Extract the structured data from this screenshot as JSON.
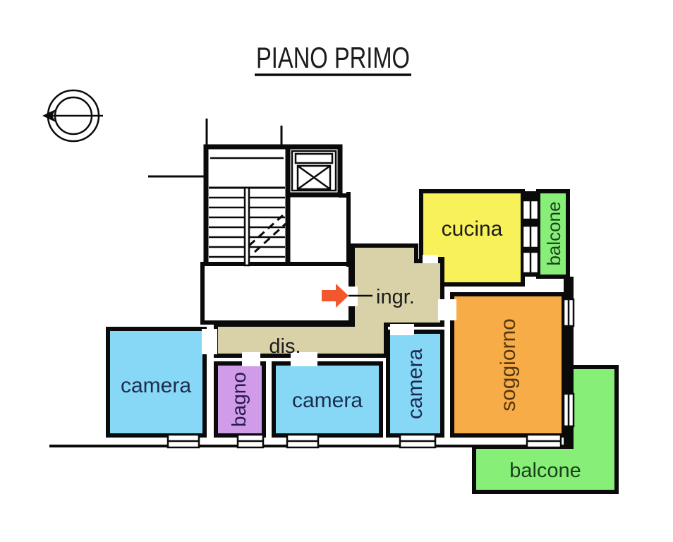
{
  "title": "PIANO PRIMO",
  "rooms": {
    "cucina": {
      "label": "cucina"
    },
    "balcone_top": {
      "label": "balcone"
    },
    "balcone_bottom": {
      "label": "balcone"
    },
    "soggiorno": {
      "label": "soggiorno"
    },
    "camera_left": {
      "label": "camera"
    },
    "camera_center": {
      "label": "camera"
    },
    "camera_right": {
      "label": "camera"
    },
    "bagno": {
      "label": "bagno"
    },
    "disimpegno": {
      "label": "dis."
    },
    "ingresso": {
      "label": "ingr."
    }
  },
  "colors": {
    "bedroom_blue": "#87D7F6",
    "bath_purple": "#D09CEA",
    "hall_beige": "#D9D2A8",
    "kitchen_yellow": "#F9F159",
    "balcony_green": "#87EF78",
    "living_orange": "#F7AC48",
    "entrance_arrow": "#F2572E",
    "wall_black": "#0a0a0a",
    "label_dark": "#1c1c1c",
    "label_blue": "#1d2c4e",
    "label_purple": "#2b1a4e",
    "label_green": "#1d3e1d",
    "label_brown": "#53370e"
  }
}
